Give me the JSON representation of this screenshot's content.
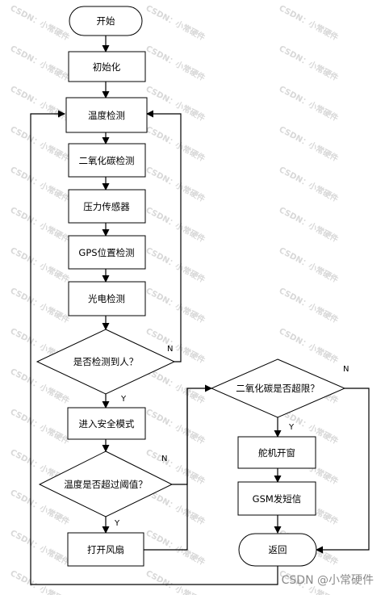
{
  "watermark": {
    "text": "CSDN：小常硬件"
  },
  "nodes": {
    "start": "开始",
    "init": "初始化",
    "temp_detect": "温度检测",
    "co2_detect": "二氧化碳检测",
    "pressure": "压力传感器",
    "gps": "GPS位置检测",
    "photo": "光电检测",
    "person_decision": "是否检测到人？",
    "safe_mode": "进入安全模式",
    "temp_decision": "温度是否超过阈值？",
    "fan": "打开风扇",
    "co2_decision": "二氧化碳是否超限？",
    "servo": "舵机开窗",
    "gsm": "GSM发短信",
    "return": "返回"
  },
  "edge_labels": {
    "person_no": "N",
    "person_yes": "Y",
    "temp_no": "N",
    "temp_yes": "Y",
    "co2_no": "N",
    "co2_yes": "Y"
  },
  "footer": {
    "brand": "CSDN @小常硬件"
  }
}
